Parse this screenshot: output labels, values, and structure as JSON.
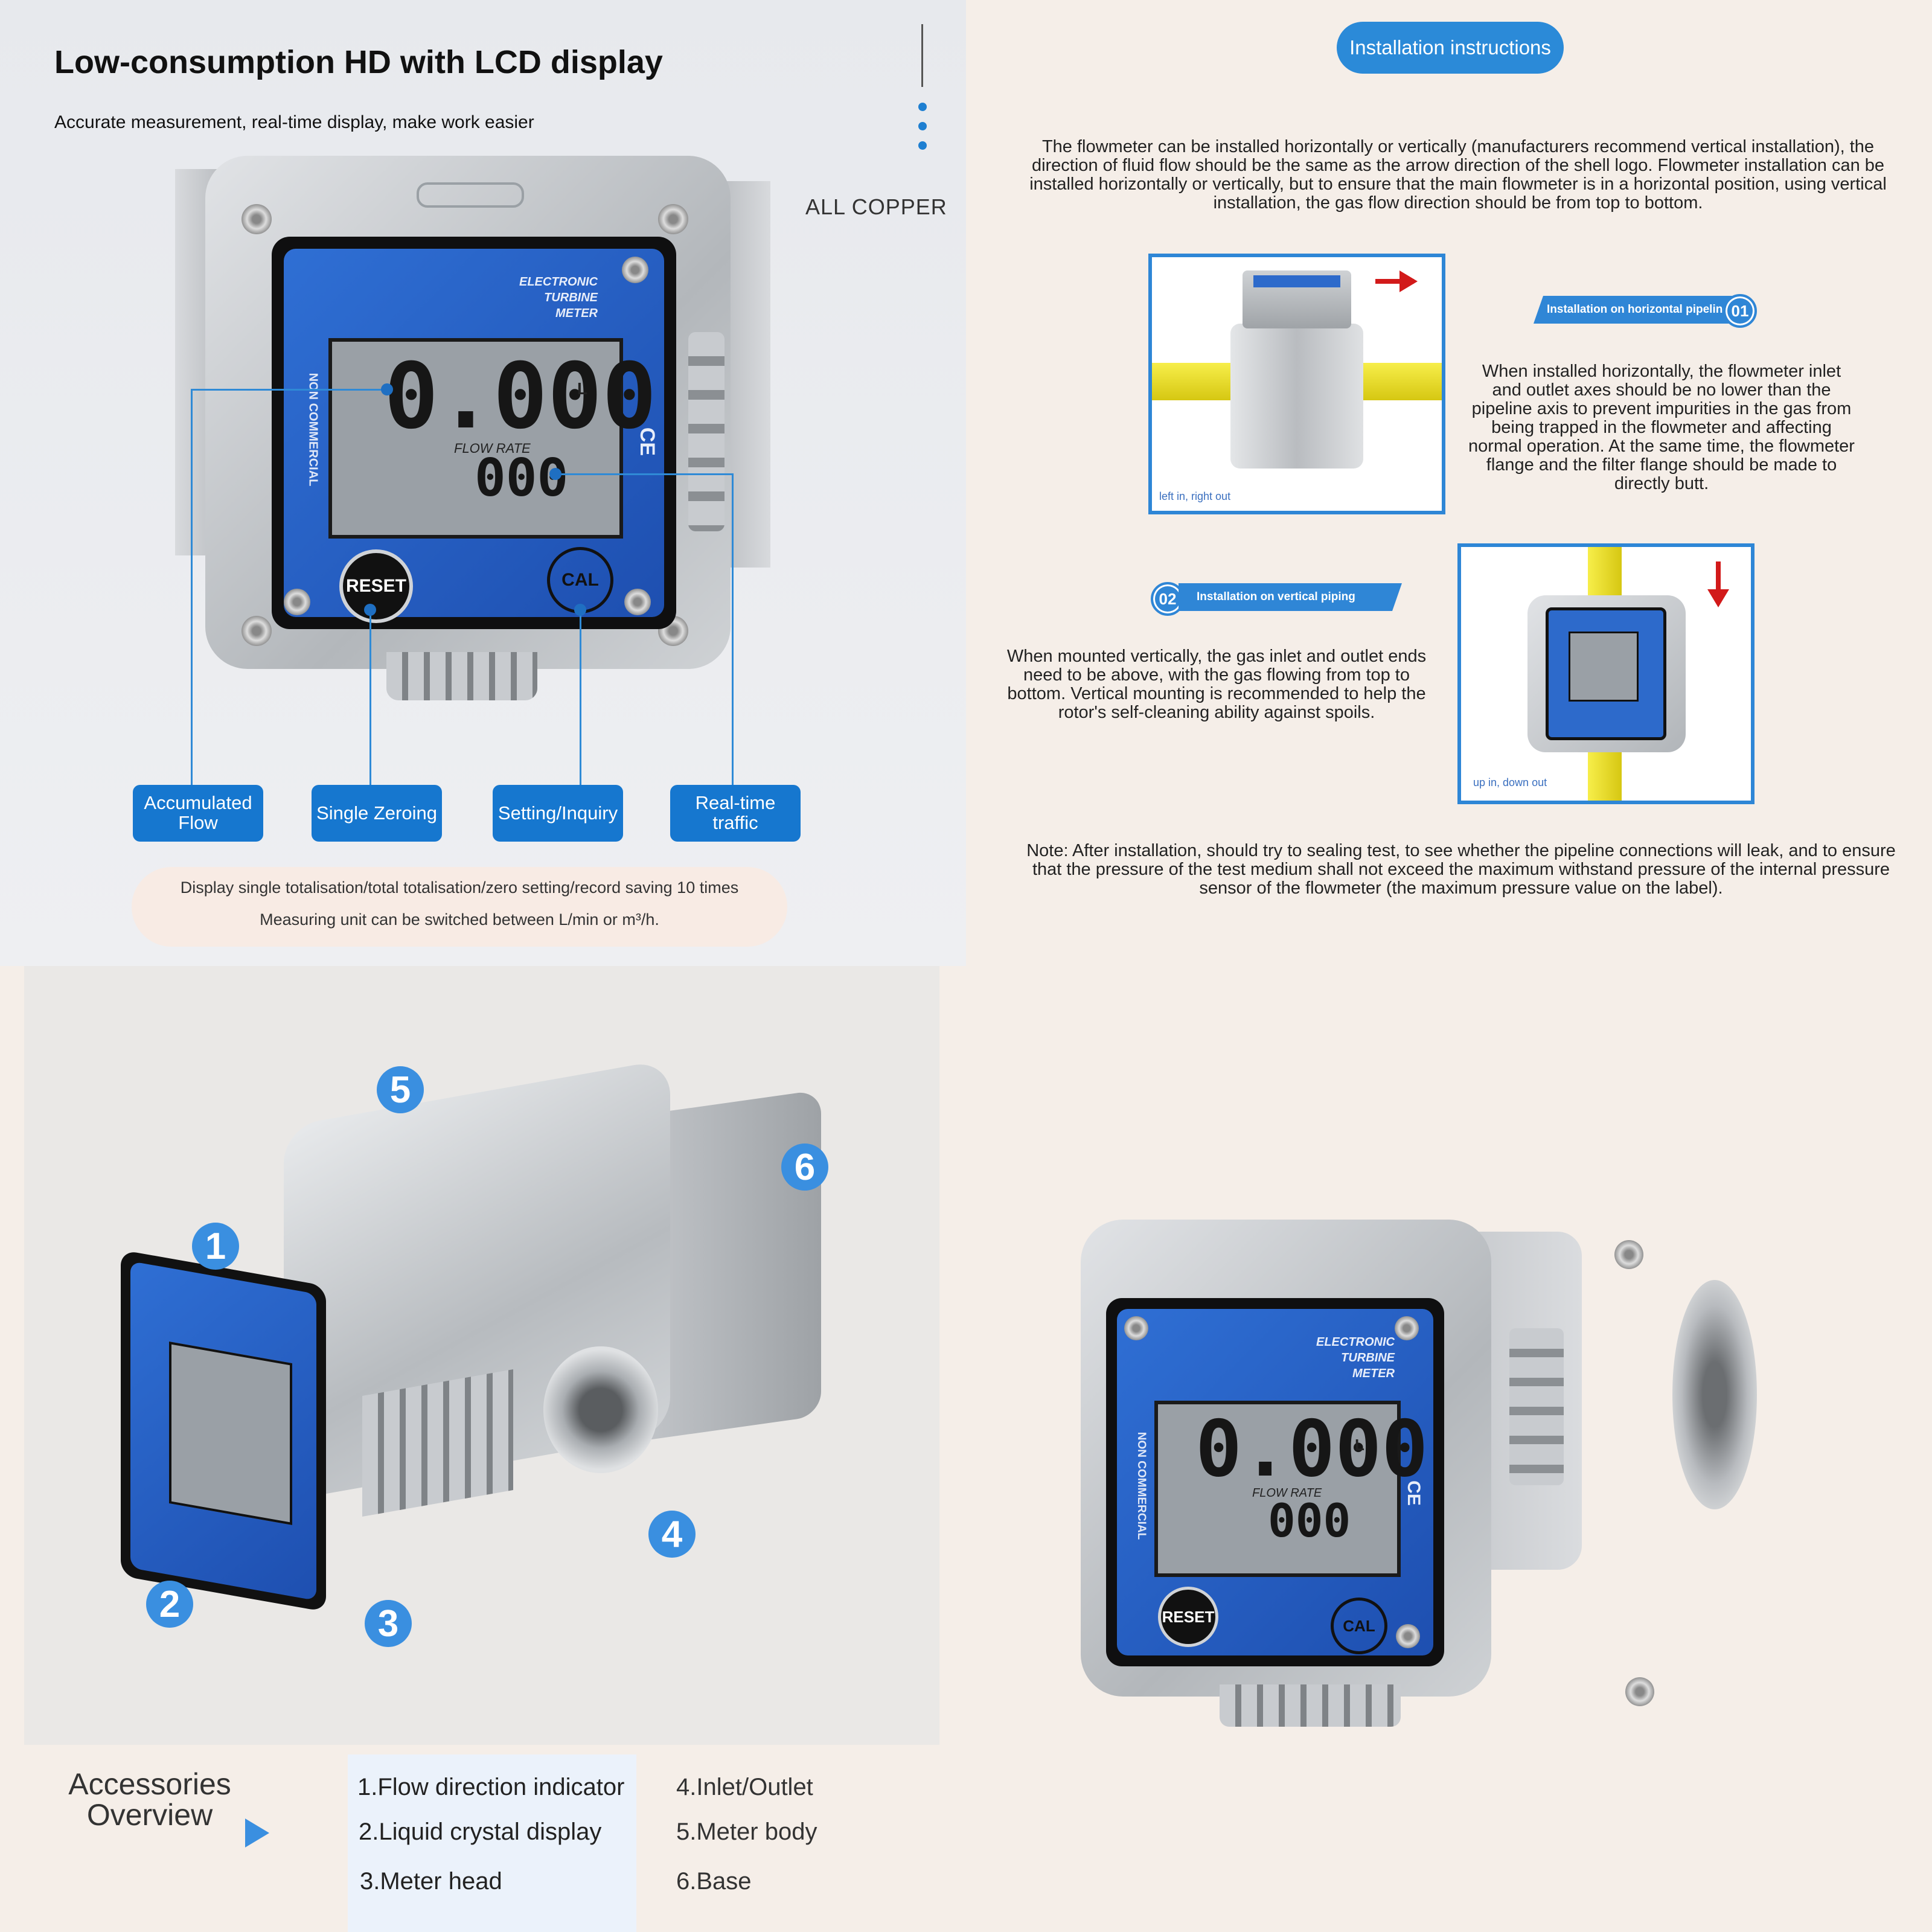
{
  "panel_lcd": {
    "title": "Low-consumption HD with LCD display",
    "subtitle": "Accurate measurement, real-time display, make work easier",
    "material": "ALL COPPER",
    "meter": {
      "brand_line1": "ELECTRONIC",
      "brand_line2": "TURBINE",
      "brand_line3": "METER",
      "side_text": "NON COMMERCIAL",
      "total_reading": "0.000",
      "unit": "L",
      "flow_label": "FLOW RATE",
      "flow_reading": "000",
      "reset_label": "RESET",
      "cal_label": "CAL",
      "ce_mark": "CE"
    },
    "labels": {
      "accumulated": "Accumulated Flow",
      "zeroing": "Single Zeroing",
      "setting": "Setting/Inquiry",
      "realtime": "Real-time traffic"
    },
    "note_line1": "Display single totalisation/total totalisation/zero setting/record saving 10 times",
    "note_line2": "Measuring unit can be switched between L/min or m³/h."
  },
  "panel_install": {
    "heading": "Installation instructions",
    "intro": "The flowmeter can be installed horizontally or vertically (manufacturers recommend vertical installation), the direction of fluid flow should be the same as the arrow direction of the shell logo. Flowmeter installation can be installed horizontally or vertically, but to ensure that the main flowmeter is in a horizontal position, using vertical installation, the gas flow direction should be from top to bottom.",
    "horizontal": {
      "tag": "Installation on horizontal pipeline",
      "number": "01",
      "caption": "left in, right out",
      "text": "When installed horizontally, the flowmeter inlet and outlet axes should be no lower than the pipeline axis to prevent impurities in the gas from being trapped in the flowmeter and affecting normal operation. At the same time, the flowmeter flange and the filter flange should be made to directly butt."
    },
    "vertical": {
      "tag": "Installation on vertical piping",
      "number": "02",
      "caption": "up in, down out",
      "text": "When mounted vertically, the gas inlet and outlet ends need to be above, with the gas flowing from top to bottom. Vertical mounting is recommended to help the rotor's self-cleaning ability against spoils."
    },
    "note": "Note: After installation, should try to sealing test, to see whether the pipeline connections will leak, and to ensure that the pressure of the test medium shall not exceed the maximum withstand pressure of the internal pressure sensor of the flowmeter (the maximum pressure value on the label)."
  },
  "panel_accessories": {
    "title": "Accessories Overview",
    "badges": [
      "1",
      "2",
      "3",
      "4",
      "5",
      "6"
    ],
    "items_left": [
      "1.Flow direction indicator",
      "2.Liquid crystal display",
      "3.Meter head"
    ],
    "items_right": [
      "4.Inlet/Outlet",
      "5.Meter body",
      "6.Base"
    ]
  },
  "panel_product": {
    "brand_line1": "ELECTRONIC",
    "brand_line2": "TURBINE",
    "brand_line3": "METER",
    "side_text": "NON COMMERCIAL",
    "total_reading": "0.000",
    "unit": "L",
    "flow_label": "FLOW RATE",
    "flow_reading": "000",
    "reset_label": "RESET",
    "cal_label": "CAL",
    "ce_mark": "CE"
  },
  "colors": {
    "accent_blue": "#1677cf",
    "meter_blue": "#2461c4",
    "pipe_yellow": "#f2e41e",
    "arrow_red": "#d21a1a"
  }
}
